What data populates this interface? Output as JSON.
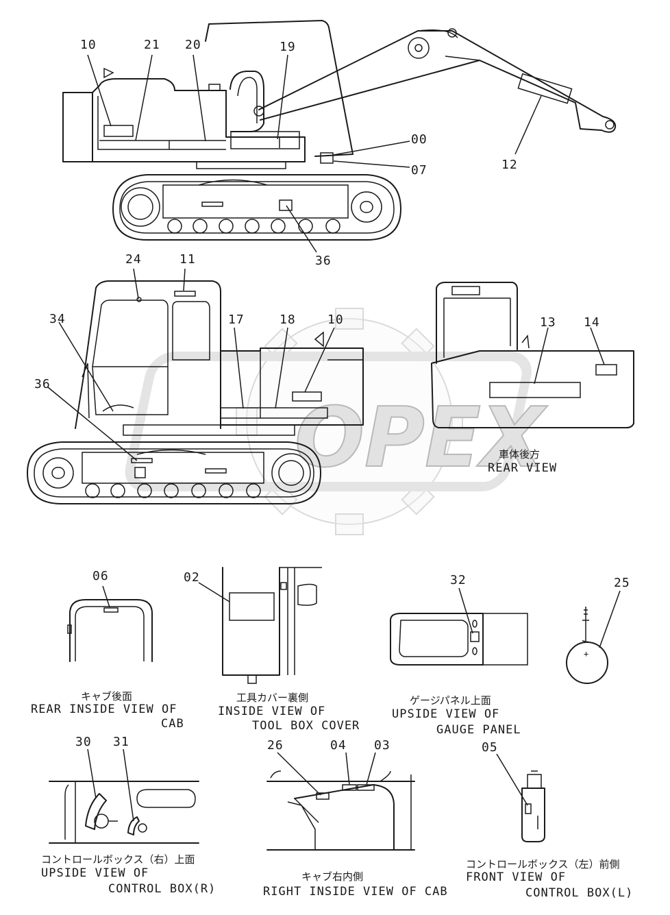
{
  "watermark": "OPEX",
  "callouts": [
    "10",
    "21",
    "20",
    "19",
    "00",
    "07",
    "12",
    "36",
    "24",
    "11",
    "34",
    "17",
    "18",
    "10",
    "13",
    "14",
    "36",
    "06",
    "02",
    "32",
    "25",
    "30",
    "31",
    "26",
    "04",
    "03",
    "05"
  ],
  "views": {
    "rear": {
      "ja": "車体後方",
      "en": "REAR VIEW"
    },
    "cab_rear": {
      "ja": "キャブ後面",
      "en1": "REAR INSIDE VIEW OF",
      "en2": "CAB"
    },
    "toolbox": {
      "ja": "工具カバー裏側",
      "en1": "INSIDE VIEW OF",
      "en2": "TOOL BOX COVER"
    },
    "gauge": {
      "ja": "ゲージパネル上面",
      "en1": "UPSIDE VIEW OF",
      "en2": "GAUGE PANEL"
    },
    "ctrl_r": {
      "ja": "コントロールボックス（右）上面",
      "en1": "UPSIDE VIEW OF",
      "en2": "CONTROL BOX(R)"
    },
    "cab_right": {
      "ja": "キャブ右内側",
      "en1": "RIGHT INSIDE VIEW OF CAB"
    },
    "ctrl_l": {
      "ja": "コントロールボックス（左）前側",
      "en1": "FRONT VIEW OF",
      "en2": "CONTROL BOX(L)"
    }
  }
}
